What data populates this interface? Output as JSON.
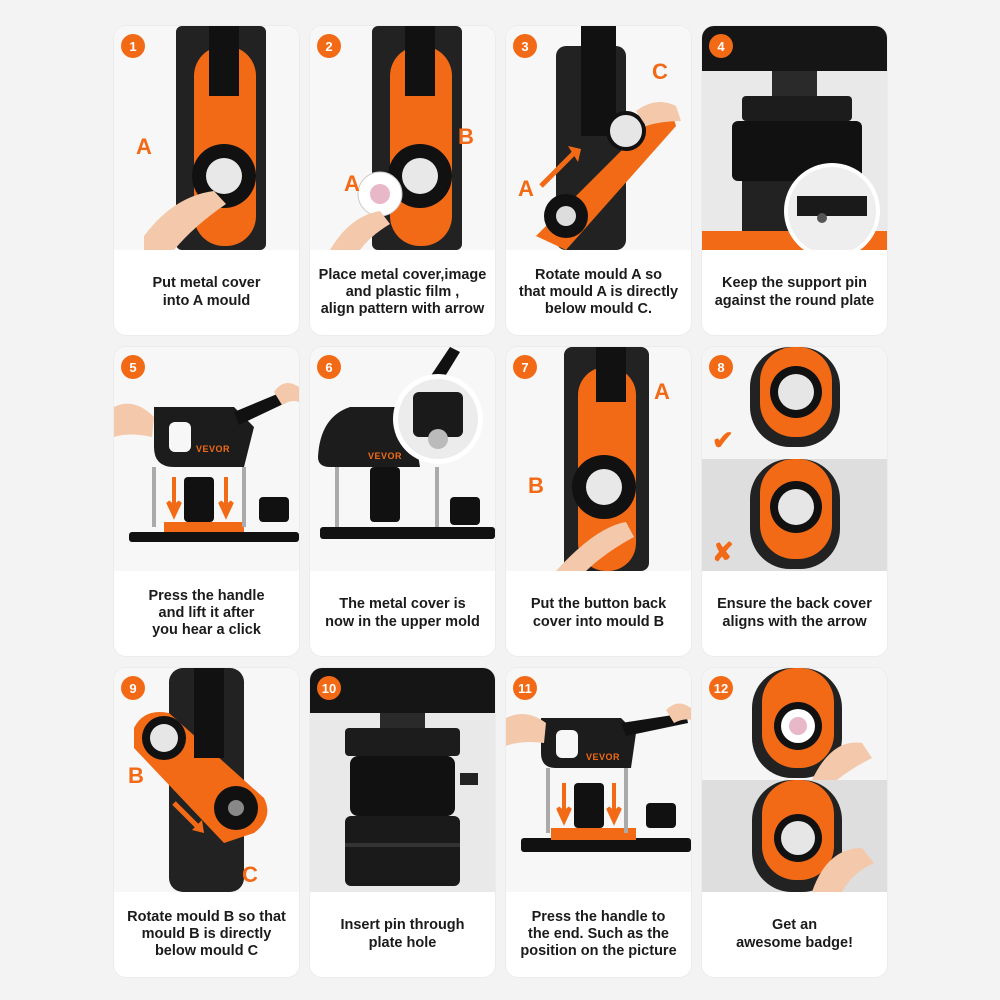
{
  "steps": [
    {
      "number": "1",
      "caption": "Put metal cover\ninto A mould",
      "labels": [
        "A"
      ]
    },
    {
      "number": "2",
      "caption": "Place metal cover,image\nand plastic film ,\n align pattern with arrow",
      "labels": [
        "A",
        "B"
      ]
    },
    {
      "number": "3",
      "caption": "Rotate mould A so\nthat mould A is directly\nbelow mould C.",
      "labels": [
        "A",
        "C"
      ]
    },
    {
      "number": "4",
      "caption": "Keep the support pin\nagainst the round plate",
      "labels": []
    },
    {
      "number": "5",
      "caption": "Press the handle\nand lift it after\nyou hear a click",
      "labels": [],
      "brand": "VEVOR"
    },
    {
      "number": "6",
      "caption": "The metal cover is\nnow in the upper mold",
      "labels": [],
      "brand": "VEVOR"
    },
    {
      "number": "7",
      "caption": "Put the button back\ncover into mould B",
      "labels": [
        "A",
        "B"
      ]
    },
    {
      "number": "8",
      "caption": "Ensure the back cover\naligns with the arrow",
      "labels": [],
      "marks": [
        "✔",
        "✘"
      ]
    },
    {
      "number": "9",
      "caption": "Rotate mould B so that\nmould B is directly\nbelow mould C",
      "labels": [
        "B",
        "C"
      ]
    },
    {
      "number": "10",
      "caption": "Insert pin through\nplate hole",
      "labels": []
    },
    {
      "number": "11",
      "caption": "Press the handle to\nthe end. Such as the\nposition on the picture",
      "labels": [],
      "brand": "VEVOR"
    },
    {
      "number": "12",
      "caption": "Get an\nawesome badge!",
      "labels": []
    }
  ],
  "colors": {
    "accent": "#f26a16",
    "machine": "#1e1e1e",
    "card": "#ffffff",
    "page": "#f3f3f3"
  }
}
